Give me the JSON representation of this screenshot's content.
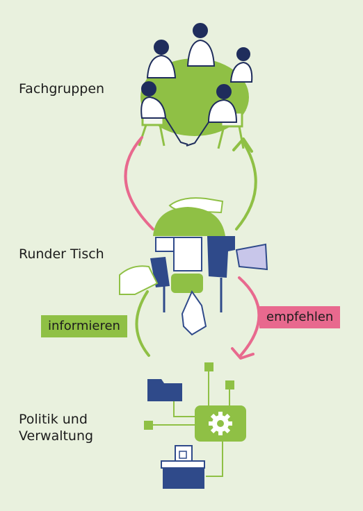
{
  "labels": {
    "fachgruppen": "Fachgruppen",
    "runder_tisch": "Runder Tisch",
    "politik_line1": "Politik und",
    "politik_line2": "Verwaltung"
  },
  "tags": {
    "informieren": "informieren",
    "empfehlen": "empfehlen"
  },
  "colors": {
    "background": "#e9f1de",
    "green": "#8fc045",
    "pink": "#e8698e",
    "navy": "#2f4a8a",
    "lavender": "#c8c6ea"
  }
}
